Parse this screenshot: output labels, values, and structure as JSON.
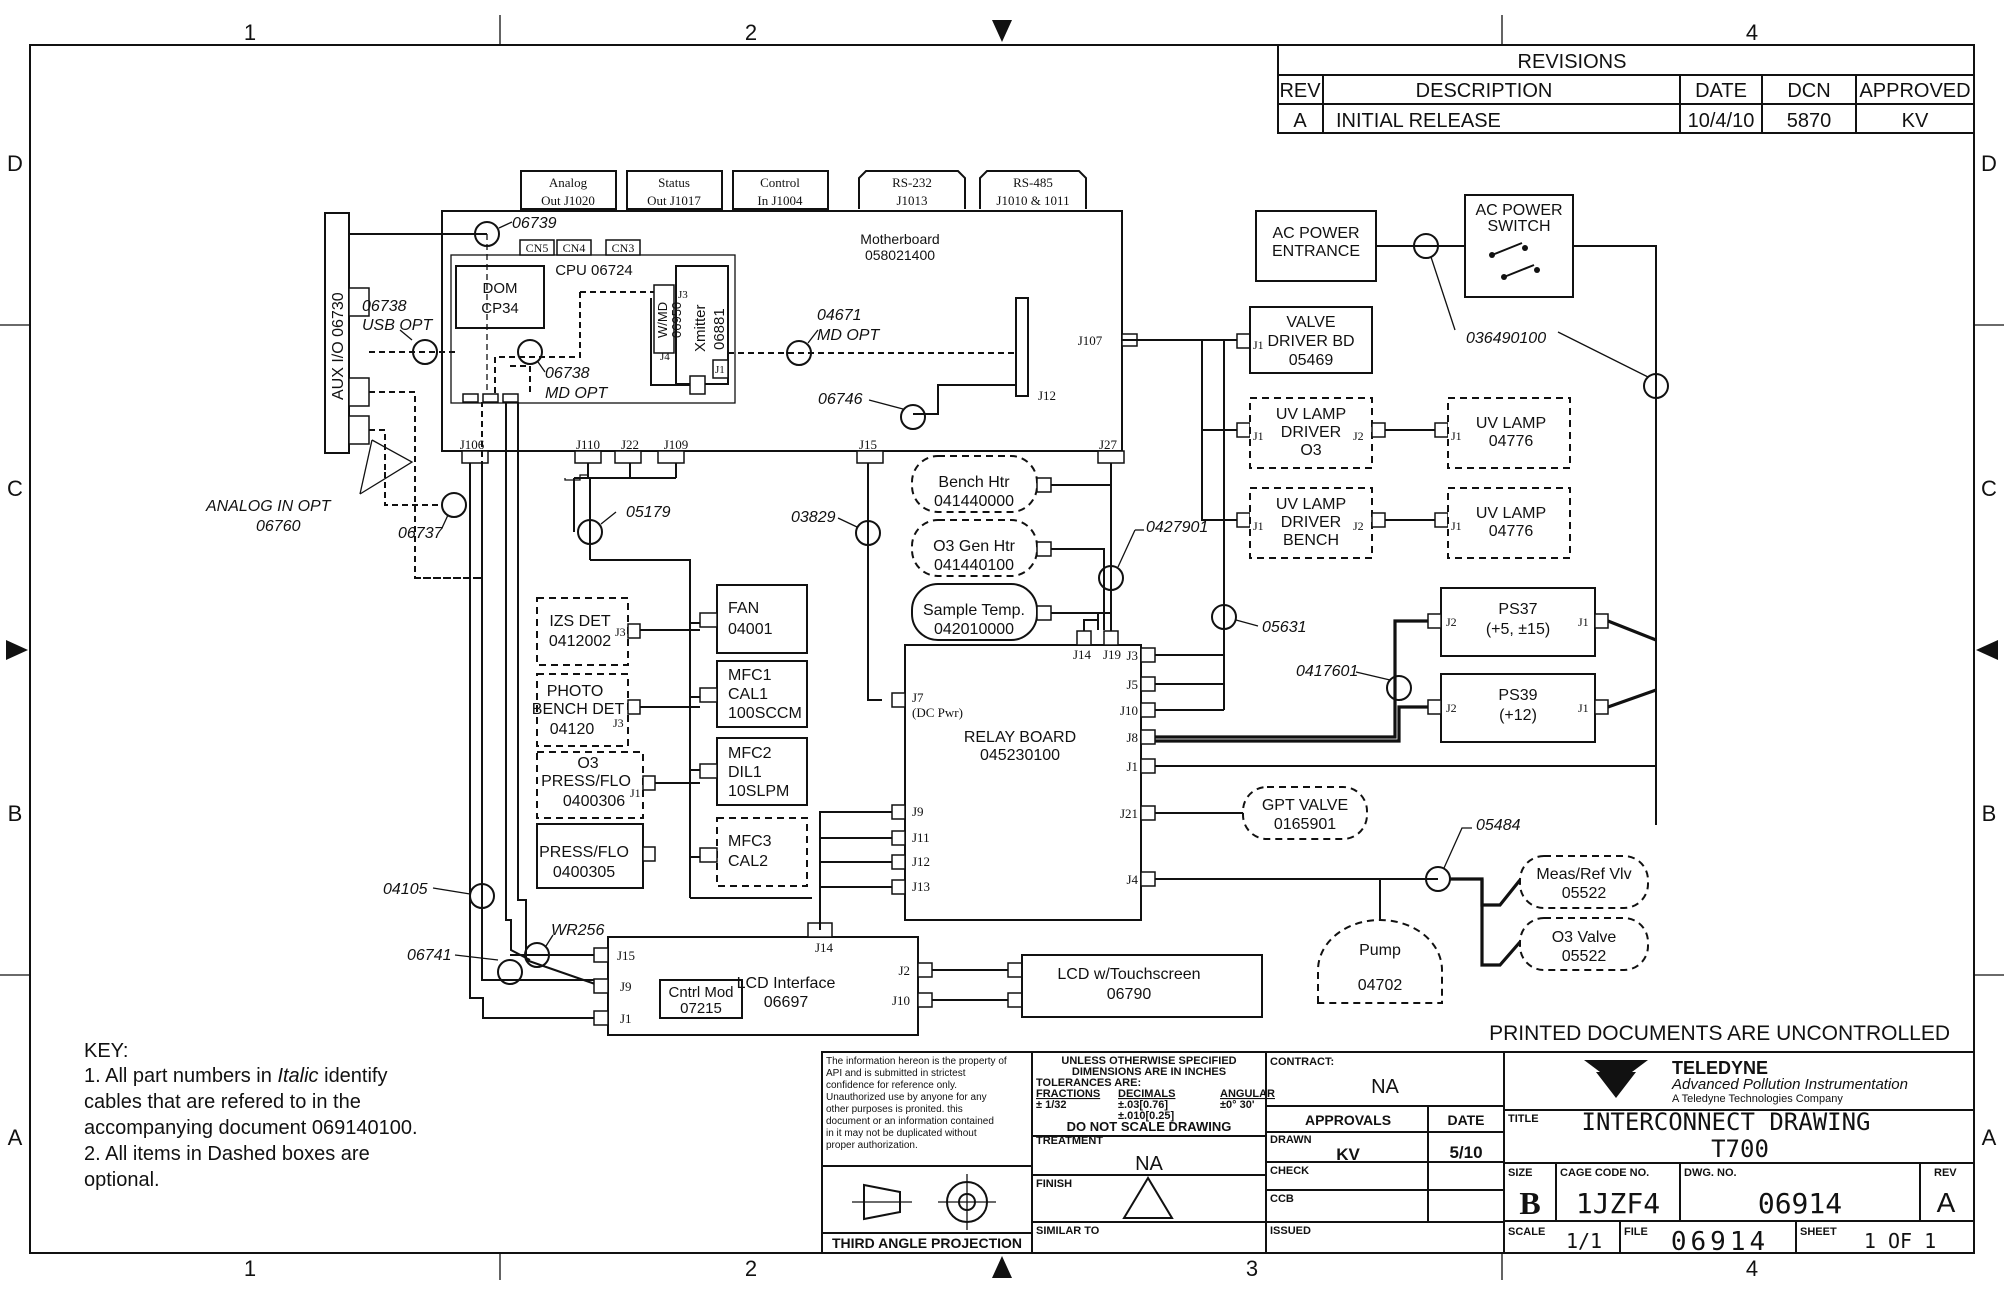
{
  "zones": {
    "top": [
      "1",
      "2",
      "4"
    ],
    "bottom": [
      "1",
      "2",
      "3",
      "4"
    ],
    "left": [
      "D",
      "C",
      "B",
      "A"
    ],
    "right": [
      "D",
      "C",
      "B",
      "A"
    ]
  },
  "revisions": {
    "title": "REVISIONS",
    "headers": [
      "REV",
      "DESCRIPTION",
      "DATE",
      "DCN",
      "APPROVED"
    ],
    "rows": [
      [
        "A",
        "INITIAL RELEASE",
        "10/4/10",
        "5870",
        "KV"
      ]
    ]
  },
  "ports": [
    {
      "line1": "Analog",
      "line2": "Out J1020"
    },
    {
      "line1": "Status",
      "line2": "Out J1017"
    },
    {
      "line1": "Control",
      "line2": "In J1004"
    },
    {
      "line1": "RS-232",
      "line2": "J1013"
    },
    {
      "line1": "RS-485",
      "line2": "J1010 & 1011"
    }
  ],
  "motherboard": {
    "name": "Motherboard",
    "pn": "058021400",
    "cn": [
      "CN5",
      "CN4",
      "CN3"
    ],
    "cpu": "CPU 06724",
    "dom1": "DOM",
    "dom2": "CP34",
    "xmitter": "Xmitter",
    "xmitter_pn": "06881",
    "wmd": "W/MD",
    "wmd_pn": "06950",
    "j_labels": {
      "j3": "J3",
      "j4": "J4",
      "j1": "J1",
      "j12": "J12",
      "j107": "J107",
      "j106": "J106",
      "j110": "J110",
      "j22": "J22",
      "j109": "J109",
      "j15": "J15",
      "j27": "J27"
    }
  },
  "aux": "AUX I/O 06730",
  "cables": {
    "c06739": "06739",
    "c06738usb": "06738",
    "usb_opt": "USB OPT",
    "c06738md": "06738",
    "md_opt": "MD OPT",
    "c04671": "04671",
    "md_opt2": "MD OPT",
    "c06746": "06746",
    "analog_in": "ANALOG IN OPT",
    "analog_in_pn": "06760",
    "c06737": "06737",
    "c05179": "05179",
    "c03829": "03829",
    "c0427901": "0427901",
    "c05631": "05631",
    "c0417601": "0417601",
    "c036490100": "036490100",
    "c05484": "05484",
    "c04105": "04105",
    "cWR256": "WR256",
    "c06741": "06741"
  },
  "power": {
    "entrance": [
      "AC POWER",
      "ENTRANCE"
    ],
    "switch": [
      "AC POWER",
      "SWITCH"
    ]
  },
  "valve_driver": {
    "lines": [
      "VALVE",
      "DRIVER BD",
      "05469"
    ],
    "j": "J1"
  },
  "uv1": {
    "driver": [
      "UV LAMP",
      "DRIVER",
      "O3"
    ],
    "lamp": [
      "UV LAMP",
      "04776"
    ],
    "j1": "J1",
    "j2": "J2",
    "j1b": "J1"
  },
  "uv2": {
    "driver": [
      "UV LAMP",
      "DRIVER",
      "BENCH"
    ],
    "lamp": [
      "UV LAMP",
      "04776"
    ],
    "j1": "J1",
    "j2": "J2",
    "j1b": "J1"
  },
  "ps37": {
    "lines": [
      "PS37",
      "(+5, ±15)"
    ],
    "j2": "J2",
    "j1": "J1"
  },
  "ps39": {
    "lines": [
      "PS39",
      "(+12)"
    ],
    "j2": "J2",
    "j1": "J1"
  },
  "heaters": [
    [
      "Bench Htr",
      "041440000"
    ],
    [
      "O3 Gen Htr",
      "041440100"
    ],
    [
      "Sample Temp.",
      "042010000"
    ]
  ],
  "relay": {
    "name": "RELAY BOARD",
    "pn": "045230100",
    "j7": "J7",
    "dcpwr": "(DC Pwr)",
    "left": [
      "J9",
      "J11",
      "J12",
      "J13"
    ],
    "right": [
      "J3",
      "J5",
      "J10",
      "J8",
      "J1",
      "J21",
      "J4"
    ],
    "top": [
      "J14",
      "J19"
    ]
  },
  "gpt": [
    "GPT VALVE",
    "0165901"
  ],
  "meas": [
    "Meas/Ref Vlv",
    "05522"
  ],
  "o3valve": [
    "O3 Valve",
    "05522"
  ],
  "pump": [
    "Pump",
    "04702"
  ],
  "left_parts": {
    "izs": [
      "IZS DET",
      "0412002"
    ],
    "izs_j": "J3",
    "photo": [
      "PHOTO",
      "BENCH DET",
      "04120"
    ],
    "photo_j": "J3",
    "o3press": [
      "O3",
      "PRESS/FLO",
      "0400306"
    ],
    "o3press_j": "J1",
    "press": [
      "PRESS/FLO",
      "0400305"
    ],
    "fan": [
      "FAN",
      "04001"
    ],
    "mfc1": [
      "MFC1",
      "CAL1",
      "100SCCM"
    ],
    "mfc2": [
      "MFC2",
      "DIL1",
      "10SLPM"
    ],
    "mfc3": [
      "MFC3",
      "CAL2"
    ]
  },
  "lcd_if": {
    "name": "LCD Interface",
    "pn": "06697",
    "cntrl": [
      "Cntrl Mod",
      "07215"
    ],
    "j14": "J14",
    "j15": "J15",
    "j9": "J9",
    "j1": "J1",
    "j2": "J2",
    "j10": "J10"
  },
  "lcd_ts": [
    "LCD w/Touchscreen",
    "06790"
  ],
  "uncontrolled": "PRINTED DOCUMENTS ARE UNCONTROLLED",
  "key": {
    "title": "KEY:",
    "l1a": "1. All part numbers in ",
    "l1i": "Italic",
    "l1b": " identify",
    "l2": "cables that are refered to in the",
    "l3": "accompanying document 069140100.",
    "l4": "2. All items in Dashed boxes are",
    "l5": "optional."
  },
  "title_block": {
    "prop": [
      "The information hereon is the property of",
      "API and is submitted in strictest",
      "confidence for reference only.",
      "Unauthorized use by anyone for any",
      "other purposes is pronited.  this",
      "document or an information contained",
      "in it may not be duplicated without",
      "proper authorization."
    ],
    "projection": "THIRD ANGLE PROJECTION",
    "tol": [
      "UNLESS OTHERWISE SPECIFIED",
      "DIMENSIONS ARE IN INCHES",
      "TOLERANCES ARE:"
    ],
    "fractions": "FRACTIONS",
    "decimals": "DECIMALS",
    "angular": "ANGULAR",
    "frac_val": "± 1/32",
    "dec1": "±.03[0.76]",
    "dec2": "±.010[0.25]",
    "ang_val": "±0° 30'",
    "dns": "DO NOT SCALE DRAWING",
    "treatment": "TREATMENT",
    "treatment_val": "NA",
    "finish": "FINISH",
    "similar": "SIMILAR TO",
    "contract": "CONTRACT:",
    "contract_val": "NA",
    "approvals": "APPROVALS",
    "date": "DATE",
    "drawn": "DRAWN",
    "drawn_by": "KV",
    "drawn_date": "5/10",
    "check": "CHECK",
    "ccb": "CCB",
    "issued": "ISSUED",
    "company": "TELEDYNE",
    "company_sub": "Advanced Pollution Instrumentation",
    "company_sub2": "A Teledyne Technologies Company",
    "title_lbl": "TITLE",
    "title1": "INTERCONNECT DRAWING",
    "title2": "T700",
    "size_lbl": "SIZE",
    "size": "B",
    "cage_lbl": "CAGE CODE NO.",
    "cage": "1JZF4",
    "dwg_lbl": "DWG. NO.",
    "dwg": "06914",
    "rev_lbl": "REV",
    "rev": "A",
    "scale_lbl": "SCALE",
    "scale": "1/1",
    "file_lbl": "FILE",
    "file": "06914",
    "sheet_lbl": "SHEET",
    "sheet": "1 OF 1"
  }
}
